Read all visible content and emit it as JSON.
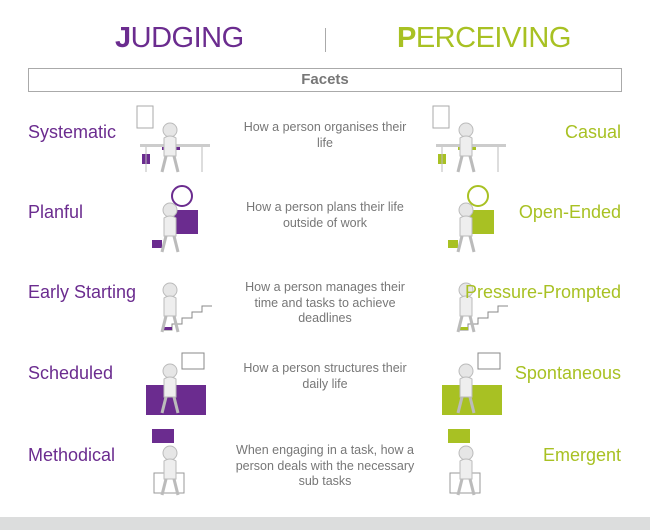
{
  "header": {
    "left_initial": "J",
    "left_rest": "UDGING",
    "right_initial": "P",
    "right_rest": "ERCEIVING"
  },
  "facets_label": "Facets",
  "colors": {
    "judging": "#6b2c8f",
    "perceiving": "#a8c123"
  },
  "rows": [
    {
      "judging": "Systematic",
      "description": "How a person organises their life",
      "perceiving": "Casual"
    },
    {
      "judging": "Planful",
      "description": "How a person plans their life outside of work",
      "perceiving": "Open-Ended"
    },
    {
      "judging": "Early Starting",
      "description": "How a person manages their time and tasks to achieve deadlines",
      "perceiving": "Pressure-Prompted"
    },
    {
      "judging": "Scheduled",
      "description": "How a person structures their daily life",
      "perceiving": "Spontaneous"
    },
    {
      "judging": "Methodical",
      "description": "When engaging in a task, how a person deals with the necessary sub tasks",
      "perceiving": "Emergent"
    }
  ]
}
